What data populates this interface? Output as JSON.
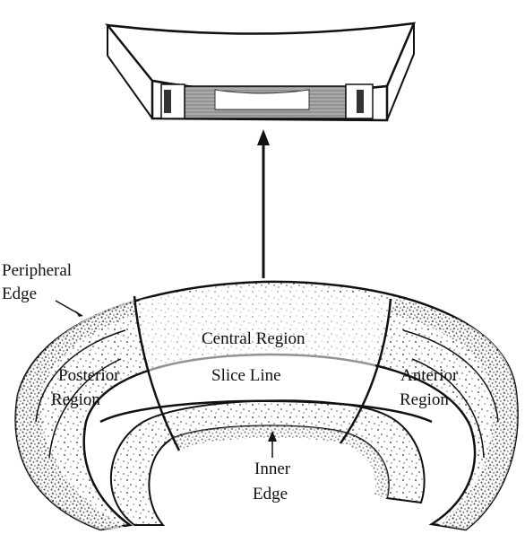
{
  "labels": {
    "peripheral_edge_line1": "Peripheral",
    "peripheral_edge_line2": "Edge",
    "central_region": "Central Region",
    "posterior_region_line1": "Posterior",
    "posterior_region_line2": "Region",
    "slice_line": "Slice Line",
    "anterior_region_line1": "Anterior",
    "anterior_region_line2": "Region",
    "inner_edge_line1": "Inner",
    "inner_edge_line2": "Edge"
  },
  "colors": {
    "ink": "#111111",
    "paper": "#ffffff",
    "fiber_band": "#8a8a8a"
  }
}
